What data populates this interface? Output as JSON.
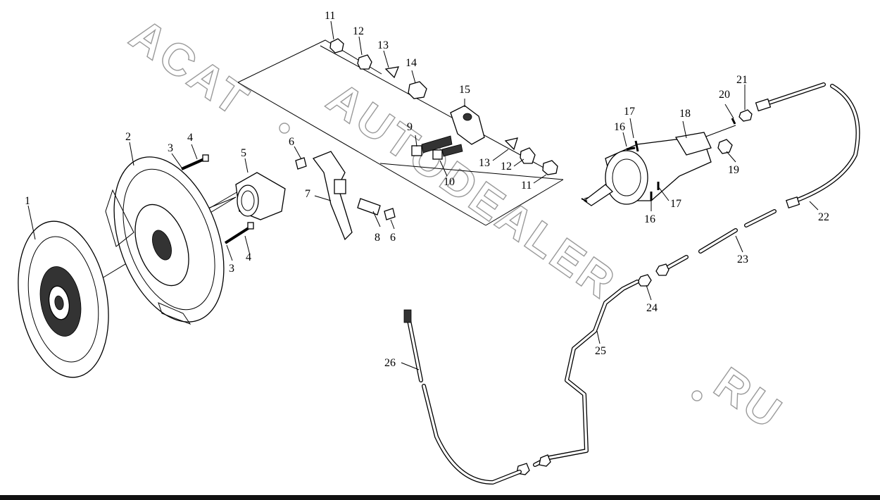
{
  "watermark": {
    "line1": "ACAT",
    "line2": "AUTODEALER",
    "line3": "RU",
    "dot": "."
  },
  "callouts": [
    {
      "id": "c1",
      "text": "1"
    },
    {
      "id": "c2",
      "text": "2"
    },
    {
      "id": "c3a",
      "text": "3"
    },
    {
      "id": "c4a",
      "text": "4"
    },
    {
      "id": "c3b",
      "text": "3"
    },
    {
      "id": "c4b",
      "text": "4"
    },
    {
      "id": "c5",
      "text": "5"
    },
    {
      "id": "c6a",
      "text": "6"
    },
    {
      "id": "c6b",
      "text": "6"
    },
    {
      "id": "c7",
      "text": "7"
    },
    {
      "id": "c8",
      "text": "8"
    },
    {
      "id": "c9",
      "text": "9"
    },
    {
      "id": "c10",
      "text": "10"
    },
    {
      "id": "c11a",
      "text": "11"
    },
    {
      "id": "c11b",
      "text": "11"
    },
    {
      "id": "c12a",
      "text": "12"
    },
    {
      "id": "c12b",
      "text": "12"
    },
    {
      "id": "c13a",
      "text": "13"
    },
    {
      "id": "c13b",
      "text": "13"
    },
    {
      "id": "c14",
      "text": "14"
    },
    {
      "id": "c15",
      "text": "15"
    },
    {
      "id": "c16a",
      "text": "16"
    },
    {
      "id": "c16b",
      "text": "16"
    },
    {
      "id": "c17a",
      "text": "17"
    },
    {
      "id": "c17b",
      "text": "17"
    },
    {
      "id": "c18",
      "text": "18"
    },
    {
      "id": "c19",
      "text": "19"
    },
    {
      "id": "c20",
      "text": "20"
    },
    {
      "id": "c21",
      "text": "21"
    },
    {
      "id": "c22",
      "text": "22"
    },
    {
      "id": "c23",
      "text": "23"
    },
    {
      "id": "c24",
      "text": "24"
    },
    {
      "id": "c25",
      "text": "25"
    },
    {
      "id": "c26",
      "text": "26"
    }
  ]
}
